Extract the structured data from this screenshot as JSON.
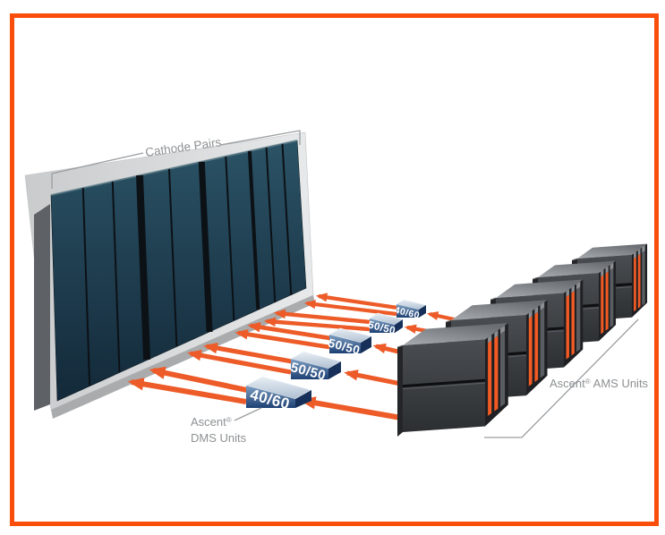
{
  "diagram": {
    "cathode": {
      "label": "Cathode Pairs"
    },
    "dms": {
      "boxes": [
        {
          "label": "40/60"
        },
        {
          "label": "50/50"
        },
        {
          "label": "50/50"
        },
        {
          "label": "50/50"
        },
        {
          "label": "40/60"
        }
      ],
      "caption": {
        "brand": "Ascent",
        "reg": "®",
        "rest": "DMS Units"
      }
    },
    "ams": {
      "unit_count": 5,
      "caption": {
        "brand": "Ascent",
        "reg": "®",
        "rest": "AMS Units"
      }
    },
    "colors": {
      "frame_orange": "#FA4E0D",
      "arrow_orange": "#ED5B28",
      "unit_accent_orange": "#F15A24",
      "cathode_teal": "#1E4354",
      "dms_blue": "#1E4074",
      "label_gray": "#8D9093"
    }
  }
}
